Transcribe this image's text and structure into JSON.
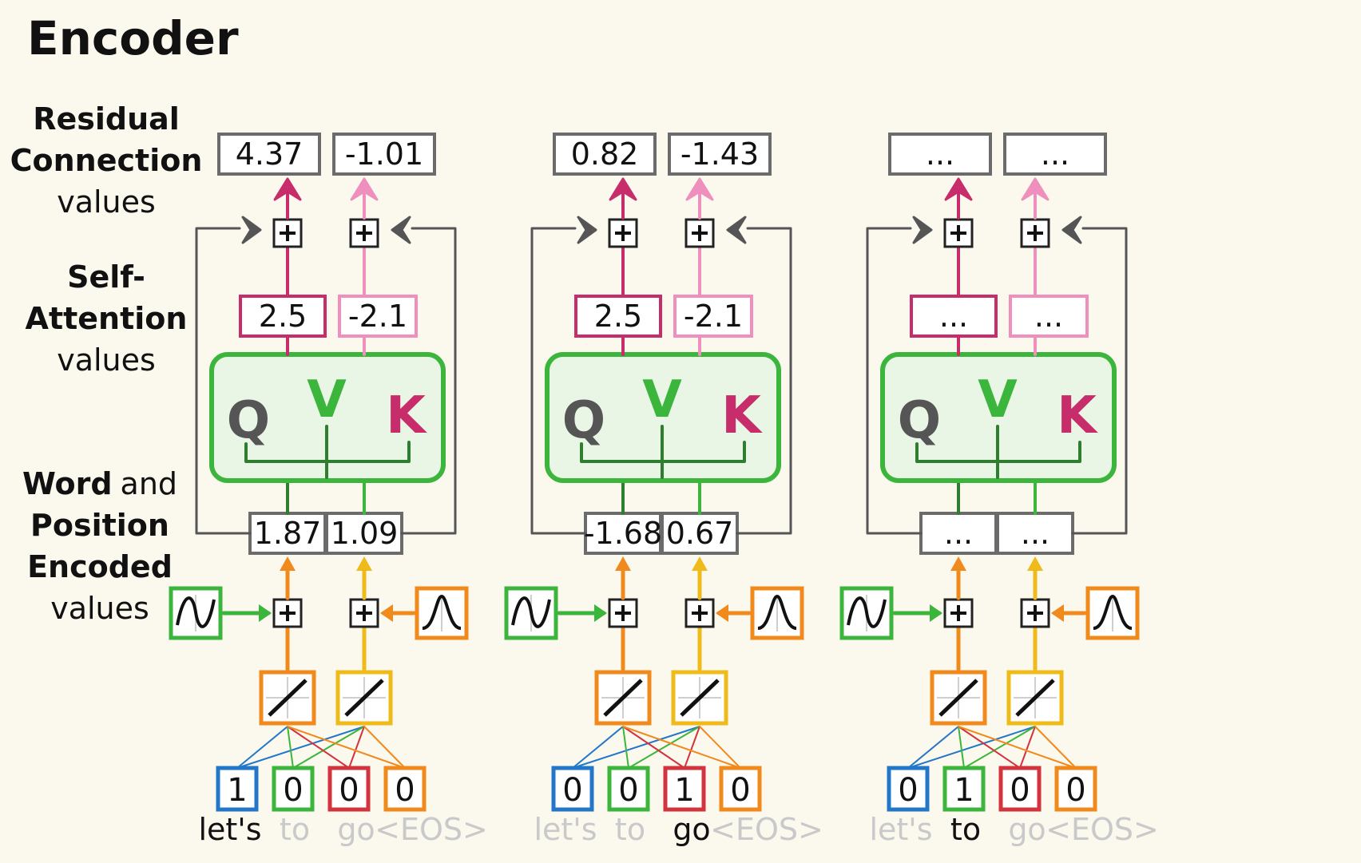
{
  "title": "Encoder",
  "side_labels": {
    "residual": [
      "Residual",
      "Connection",
      "values"
    ],
    "self_attention": [
      "Self-",
      "Attention",
      "values"
    ],
    "word_position": {
      "word": "Word",
      "and": "and",
      "position": "Position",
      "encoded": "Encoded",
      "values": "values"
    }
  },
  "symbols": {
    "plus": "+",
    "q": "Q",
    "v": "V",
    "k": "K"
  },
  "vocab": [
    "let's",
    "to",
    "go",
    "<EOS>"
  ],
  "columns": [
    {
      "one_hot": [
        "1",
        "0",
        "0",
        "0"
      ],
      "active_token": 0,
      "encoded": [
        "1.87",
        "1.09"
      ],
      "self_attention": [
        "2.5",
        "-2.1"
      ],
      "residual": [
        "4.37",
        "-1.01"
      ]
    },
    {
      "one_hot": [
        "0",
        "0",
        "1",
        "0"
      ],
      "active_token": 2,
      "encoded": [
        "-1.68",
        "0.67"
      ],
      "self_attention": [
        "2.5",
        "-2.1"
      ],
      "residual": [
        "0.82",
        "-1.43"
      ]
    },
    {
      "one_hot": [
        "0",
        "1",
        "0",
        "0"
      ],
      "active_token": 1,
      "encoded": [
        "...",
        "..."
      ],
      "self_attention": [
        "...",
        "..."
      ],
      "residual": [
        "...",
        "..."
      ]
    }
  ],
  "colors": {
    "background": "#fbf8ee",
    "green": "#3cb53c",
    "green_fill": "#e9f6e6",
    "orange": "#f08a1c",
    "yellow": "#efbb1a",
    "magenta": "#c72d6b",
    "pink": "#ef8fbd",
    "gray_box": "#6b6b6b",
    "q_gray": "#555555",
    "blue": "#2277c9",
    "red": "#d2333d",
    "token_inactive": "#c9c9c9"
  }
}
